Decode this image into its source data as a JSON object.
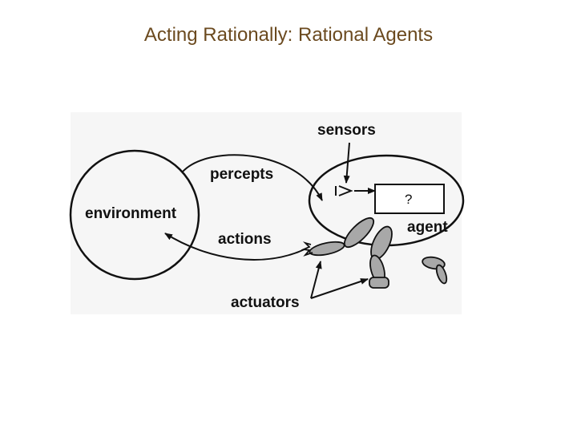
{
  "slide": {
    "title": "Acting Rationally: Rational Agents",
    "title_color": "#6b4a1f"
  },
  "diagram": {
    "labels": {
      "environment": "environment",
      "agent": "agent",
      "sensors": "sensors",
      "percepts": "percepts",
      "actions": "actions",
      "actuators": "actuators",
      "unknown_box": "?"
    },
    "colors": {
      "stroke": "#111111",
      "limb_fill": "#a8a8a8",
      "panel_bg": "#f6f6f6"
    },
    "icons": [
      "eye-icon",
      "hand-icon",
      "robot-limb-icon"
    ]
  }
}
